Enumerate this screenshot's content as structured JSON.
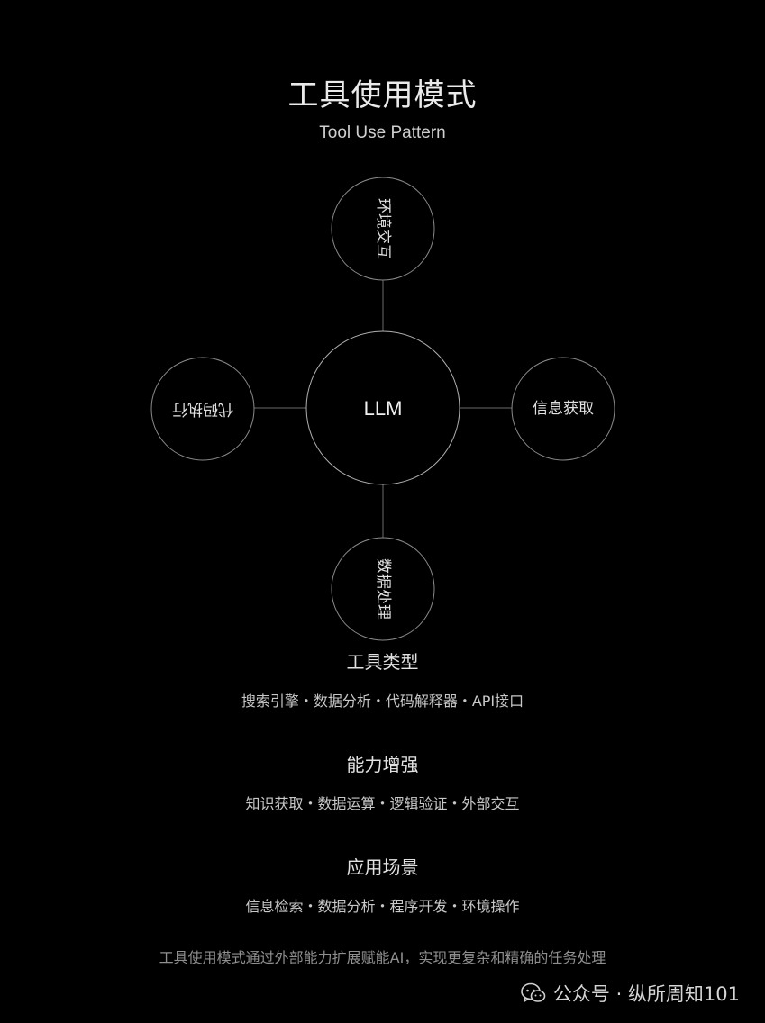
{
  "title": "工具使用模式",
  "subtitle": "Tool Use Pattern",
  "diagram": {
    "hub": "LLM",
    "nodes": {
      "top": "环境交互",
      "right": "信息获取",
      "bottom": "数据处理",
      "left": "代码执行"
    }
  },
  "sections": [
    {
      "title": "工具类型",
      "items": "搜索引擎・数据分析・代码解释器・API接口"
    },
    {
      "title": "能力增强",
      "items": "知识获取・数据运算・逻辑验证・外部交互"
    },
    {
      "title": "应用场景",
      "items": "信息检索・数据分析・程序开发・环境操作"
    }
  ],
  "footer": "工具使用模式通过外部能力扩展赋能AI，实现更复杂和精确的任务处理",
  "watermark": {
    "icon": "wechat-icon",
    "text": "公众号 · 纵所周知101"
  }
}
